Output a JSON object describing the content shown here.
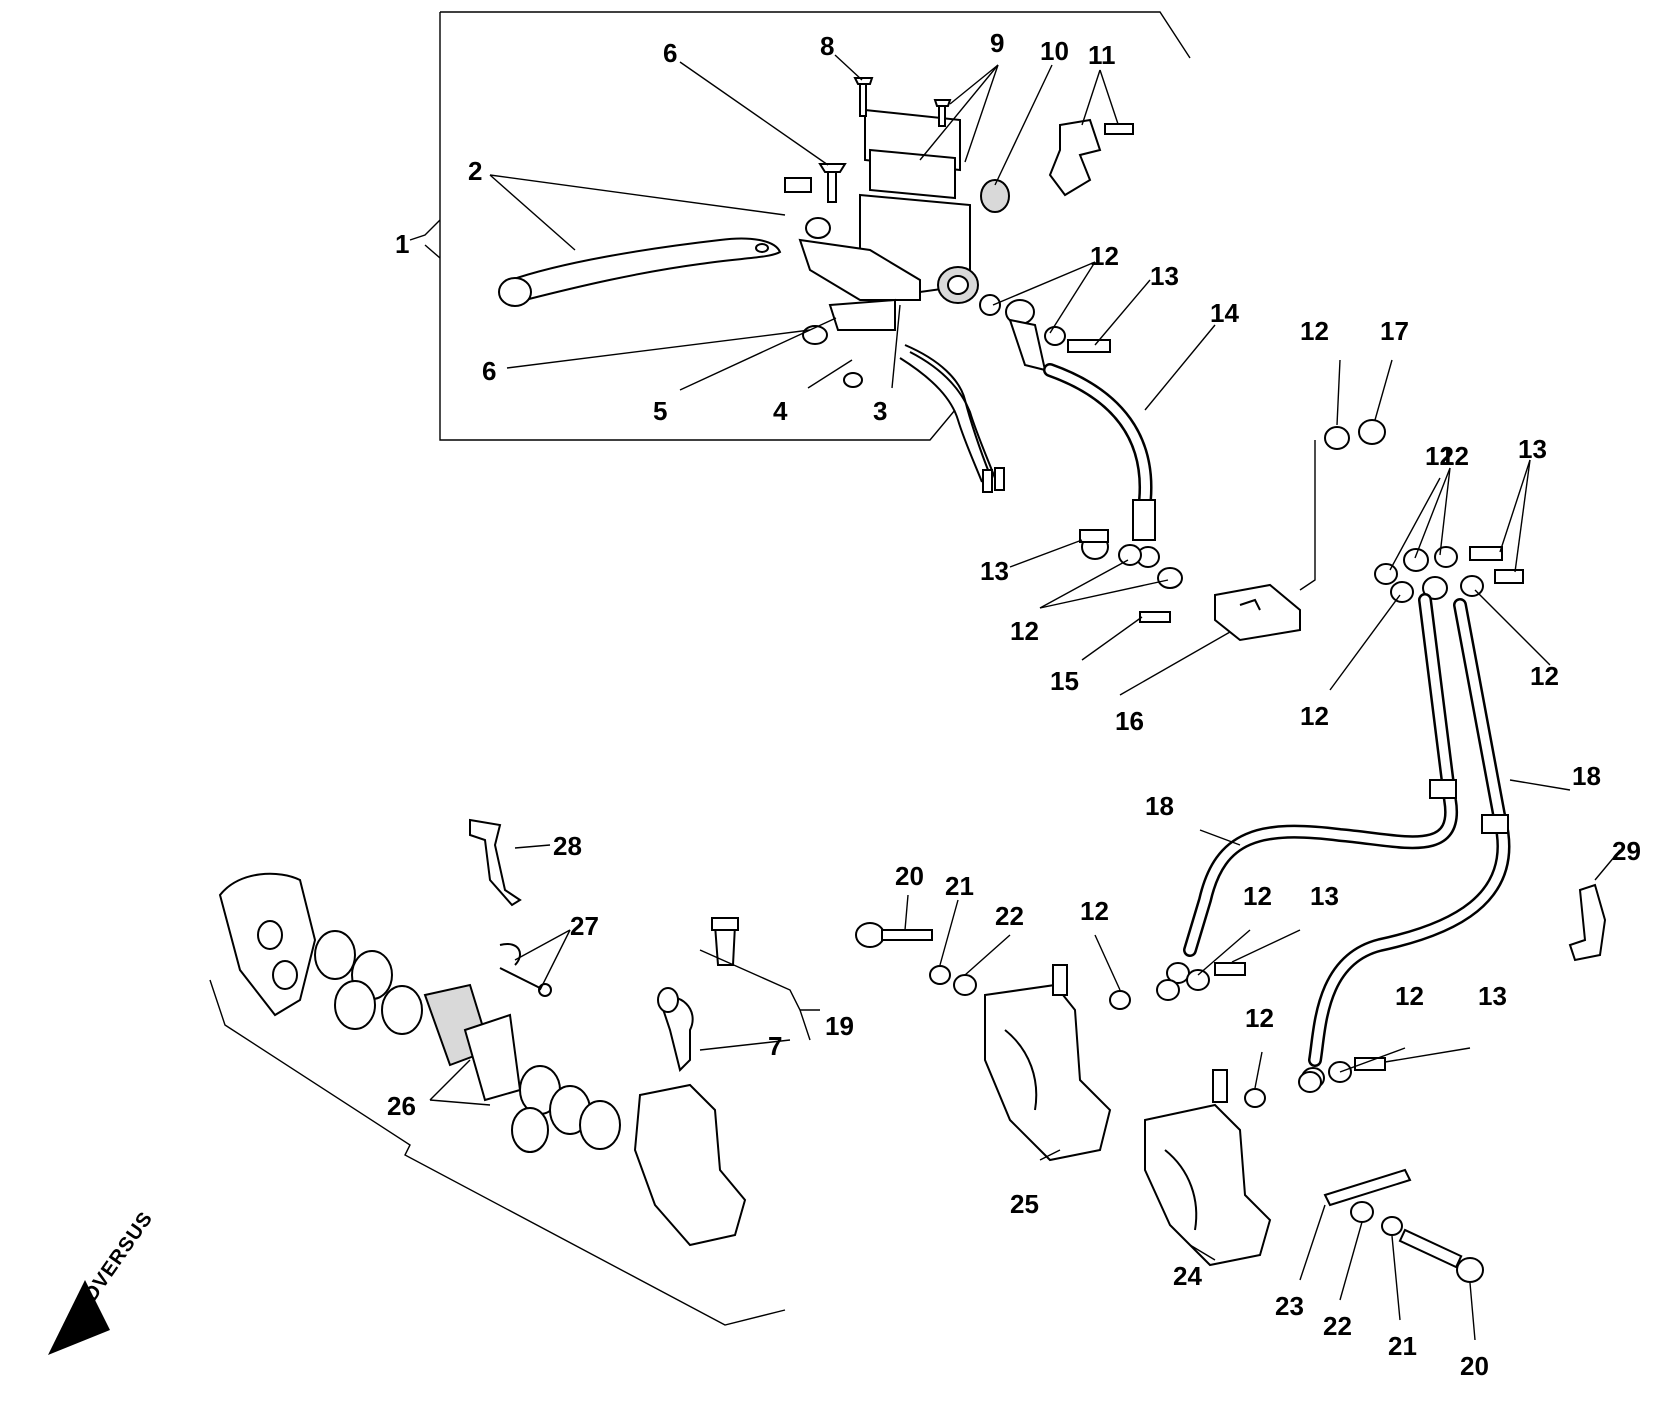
{
  "callouts": [
    "1",
    "2",
    "3",
    "4",
    "5",
    "6",
    "6",
    "7",
    "8",
    "9",
    "10",
    "11",
    "12",
    "12",
    "12",
    "12",
    "12",
    "12",
    "12",
    "12",
    "12",
    "12",
    "12",
    "13",
    "13",
    "13",
    "13",
    "13",
    "14",
    "15",
    "16",
    "17",
    "18",
    "18",
    "19",
    "20",
    "20",
    "21",
    "21",
    "22",
    "22",
    "23",
    "24",
    "25",
    "26",
    "27",
    "28",
    "29"
  ],
  "logo": {
    "text": "ADVERSUS"
  }
}
